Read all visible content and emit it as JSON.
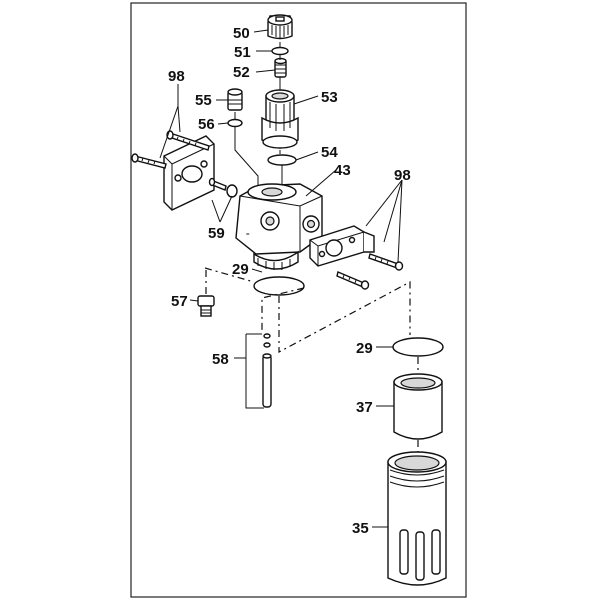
{
  "diagram": {
    "callouts": [
      {
        "id": "50",
        "label": "50"
      },
      {
        "id": "51",
        "label": "51"
      },
      {
        "id": "52",
        "label": "52"
      },
      {
        "id": "53",
        "label": "53"
      },
      {
        "id": "54",
        "label": "54"
      },
      {
        "id": "43",
        "label": "43"
      },
      {
        "id": "55",
        "label": "55"
      },
      {
        "id": "56",
        "label": "56"
      },
      {
        "id": "98a",
        "label": "98"
      },
      {
        "id": "98b",
        "label": "98"
      },
      {
        "id": "59",
        "label": "59"
      },
      {
        "id": "29a",
        "label": "29"
      },
      {
        "id": "57",
        "label": "57"
      },
      {
        "id": "58",
        "label": "58"
      },
      {
        "id": "29b",
        "label": "29"
      },
      {
        "id": "37",
        "label": "37"
      },
      {
        "id": "35",
        "label": "35"
      }
    ]
  }
}
